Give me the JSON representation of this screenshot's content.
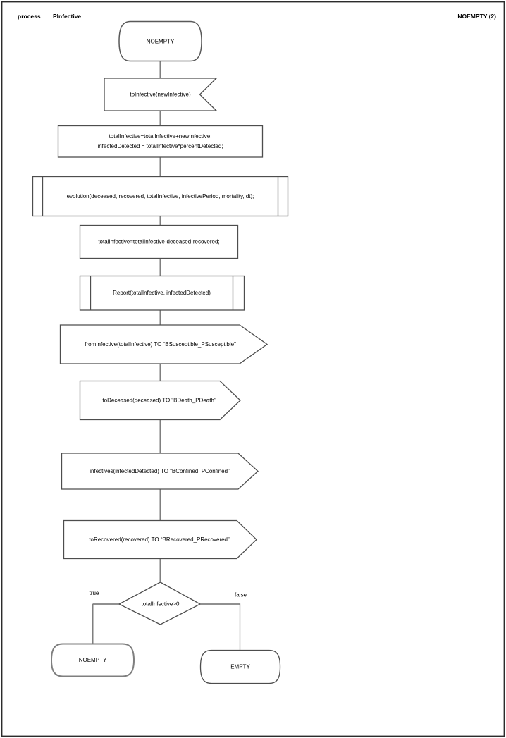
{
  "header": {
    "type_label": "process",
    "process_name": "PInfective",
    "page_label": "NOEMPTY (2)"
  },
  "flow": {
    "start_state": {
      "label": "NOEMPTY"
    },
    "input_signal": {
      "label": "toInfective(newInfective)"
    },
    "task_update": {
      "line1": "totalInfective=totalInfective+newInfective;",
      "line2": "infectedDetected = totalInfective*percentDetected;"
    },
    "call_evolution": {
      "label": "evolution(deceased, recovered, totalInfective, infectivePeriod, mortality, dt);"
    },
    "task_total": {
      "label": "totalInfective=totalInfective-deceased-recovered;"
    },
    "call_report": {
      "label": "Report(totalInfective, infectedDetected)"
    },
    "output_from_infective": {
      "label": "fromInfective(totalInfective) TO “BSusceptible_PSusceptible”"
    },
    "output_to_deceased": {
      "label": "toDeceased(deceased) TO “BDeath_PDeath”"
    },
    "output_infectives": {
      "label": "infectives(infectedDetected) TO “BConfined_PConfined”"
    },
    "output_to_recovered": {
      "label": "toRecovered(recovered) TO “BRecovered_PRecovered”"
    },
    "decision": {
      "label": "totalInfective>0",
      "true_label": "true",
      "false_label": "false"
    },
    "next_state_true": {
      "label": "NOEMPTY"
    },
    "next_state_false": {
      "label": "EMPTY"
    }
  },
  "colors": {
    "connector": "#7f7f7f",
    "outline": "#4d4d4d",
    "fill": "#ffffff",
    "text": "#000000",
    "border": "#2b2b2b"
  }
}
